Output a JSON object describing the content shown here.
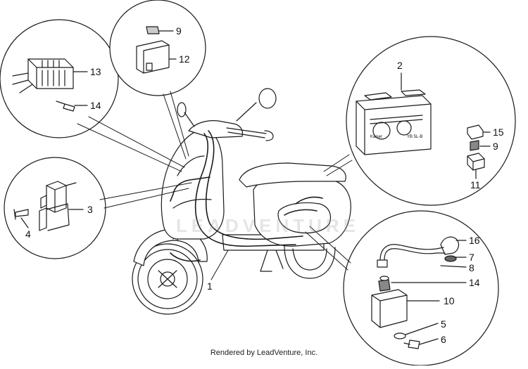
{
  "diagram": {
    "footer": "Rendered by LeadVenture, Inc.",
    "watermark": "LEADVENTURE",
    "callouts": {
      "c1": "1",
      "c2": "2",
      "c3": "3",
      "c4": "4",
      "c5": "5",
      "c6": "6",
      "c7": "7",
      "c8": "8",
      "c9a": "9",
      "c9b": "9",
      "c10": "10",
      "c11": "11",
      "c12": "12",
      "c13": "13",
      "c14a": "14",
      "c14b": "14",
      "c15": "15",
      "c16": "16"
    },
    "battery": {
      "brand": "Kaiser",
      "model": "YB 5L-B"
    },
    "colors": {
      "line": "#1a1a1a",
      "panel": "#ffffff",
      "shade": "#9a9a9a"
    }
  }
}
